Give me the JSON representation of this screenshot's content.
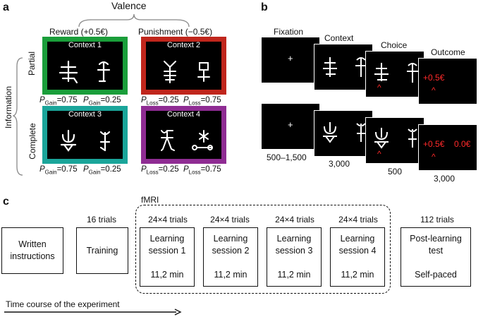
{
  "panel_a": {
    "letter": "a",
    "valence_label": "Valence",
    "reward_label": "Reward (+0.5€)",
    "punishment_label": "Punishment (−0.5€)",
    "information_label": "Information",
    "partial_label": "Partial",
    "complete_label": "Complete",
    "contexts": [
      {
        "label": "Context 1",
        "color": "#1a9e3a"
      },
      {
        "label": "Context 2",
        "color": "#c0261c"
      },
      {
        "label": "Context 3",
        "color": "#1aa59a"
      },
      {
        "label": "Context 4",
        "color": "#8f2c93"
      }
    ],
    "probabilities": {
      "p_letter": "P",
      "gain_sub": "Gain",
      "loss_sub": "Loss",
      "high": "=0.75",
      "low": "=0.25"
    }
  },
  "panel_b": {
    "letter": "b",
    "fixation_label": "Fixation",
    "context_label": "Context",
    "choice_label": "Choice",
    "outcome_label": "Outcome",
    "fixation_cross": "+",
    "caret": "^",
    "outcome_value": "+0.5€",
    "counterfactual_value": "0.0€",
    "durations": {
      "fixation": "500–1,500",
      "context": "3,000",
      "choice": "500",
      "outcome": "3,000"
    },
    "accent_red": "#ff2a2a"
  },
  "panel_c": {
    "letter": "c",
    "fmri_label": "fMRI",
    "timeline_label": "Time course of the experiment",
    "steps": [
      {
        "top": "",
        "line1": "Written",
        "line2": "instructions",
        "bottom": ""
      },
      {
        "top": "16 trials",
        "line1": "Training",
        "line2": "",
        "bottom": ""
      },
      {
        "top": "24×4 trials",
        "line1": "Learning",
        "line2": "session 1",
        "bottom": "11,2 min"
      },
      {
        "top": "24×4 trials",
        "line1": "Learning",
        "line2": "session 2",
        "bottom": "11,2 min"
      },
      {
        "top": "24×4 trials",
        "line1": "Learning",
        "line2": "session 3",
        "bottom": "11,2 min"
      },
      {
        "top": "24×4 trials",
        "line1": "Learning",
        "line2": "session 4",
        "bottom": "11,2 min"
      },
      {
        "top": "112 trials",
        "line1": "Post-learning",
        "line2": "test",
        "bottom": "Self-paced"
      }
    ]
  }
}
